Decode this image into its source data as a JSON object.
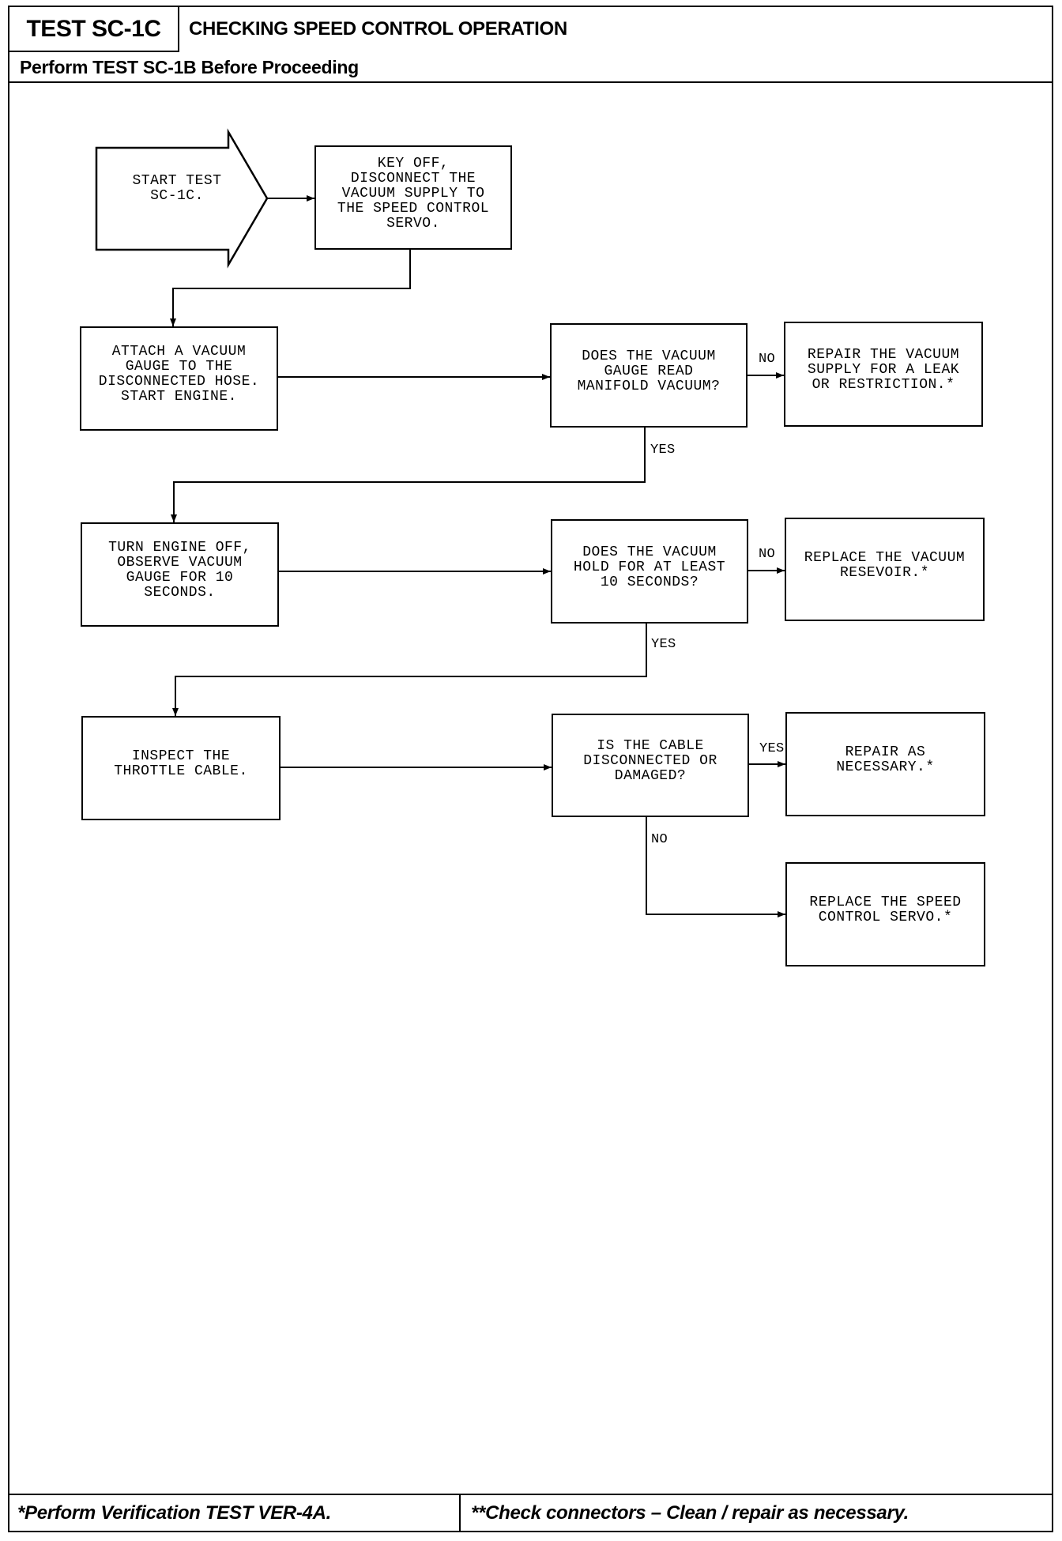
{
  "header": {
    "test_id": "TEST SC-1C",
    "title": "CHECKING SPEED CONTROL OPERATION",
    "prerequisite": "Perform TEST SC-1B Before Proceeding"
  },
  "flowchart": {
    "start": "START TEST\nSC-1C.",
    "step_disconnect": "KEY OFF,\nDISCONNECT THE\nVACUUM SUPPLY TO\nTHE SPEED CONTROL\nSERVO.",
    "step_attach_gauge": "ATTACH A VACUUM\nGAUGE TO THE\nDISCONNECTED HOSE.\nSTART ENGINE.",
    "decision_manifold_vacuum": "DOES THE VACUUM\nGAUGE READ\nMANIFOLD VACUUM?",
    "result_repair_supply": "REPAIR THE VACUUM\nSUPPLY FOR A LEAK\nOR RESTRICTION.*",
    "step_engine_off": "TURN ENGINE OFF,\nOBSERVE VACUUM\nGAUGE FOR 10\nSECONDS.",
    "decision_hold_vacuum": "DOES THE VACUUM\nHOLD FOR AT LEAST\n10 SECONDS?",
    "result_replace_reservoir": "REPLACE THE VACUUM\nRESEVOIR.*",
    "step_inspect_cable": "INSPECT THE\nTHROTTLE CABLE.",
    "decision_cable_damaged": "IS THE CABLE\nDISCONNECTED OR\nDAMAGED?",
    "result_repair_cable": "REPAIR AS\nNECESSARY.*",
    "result_replace_servo": "REPLACE THE SPEED\nCONTROL SERVO.*",
    "branch_labels": {
      "manifold_no": "NO",
      "manifold_yes": "YES",
      "hold_no": "NO",
      "hold_yes": "YES",
      "cable_yes": "YES",
      "cable_no": "NO"
    }
  },
  "footer": {
    "note_single_asterisk": "*Perform Verification TEST VER-4A.",
    "note_double_asterisk": "**Check connectors – Clean / repair as necessary."
  }
}
